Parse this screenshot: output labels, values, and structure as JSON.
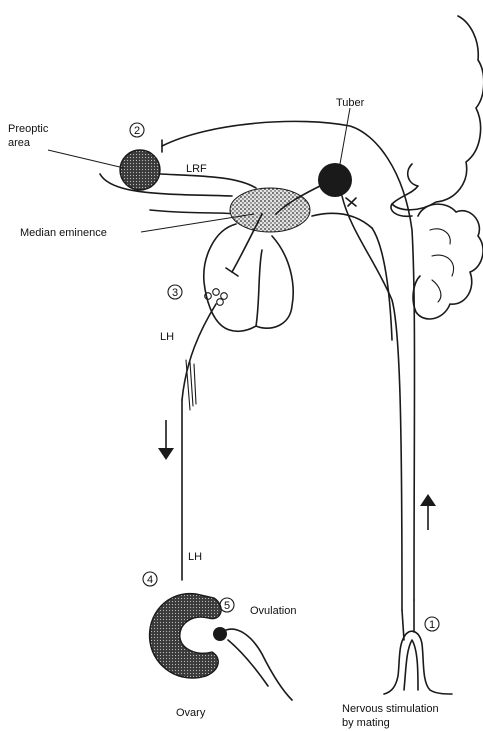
{
  "labels": {
    "preoptic_area_line1": "Preoptic",
    "preoptic_area_line2": "area",
    "tuber": "Tuber",
    "lrf": "LRF",
    "median_eminence": "Median eminence",
    "lh_upper": "LH",
    "lh_lower": "LH",
    "ovulation": "Ovulation",
    "ovary": "Ovary",
    "stimulus_line1": "Nervous stimulation",
    "stimulus_line2": "by mating"
  },
  "step_markers": [
    "1",
    "2",
    "3",
    "4",
    "5"
  ],
  "colors": {
    "ink": "#1a1a1a",
    "stipple": "#2b2b2b",
    "background": "#ffffff"
  }
}
